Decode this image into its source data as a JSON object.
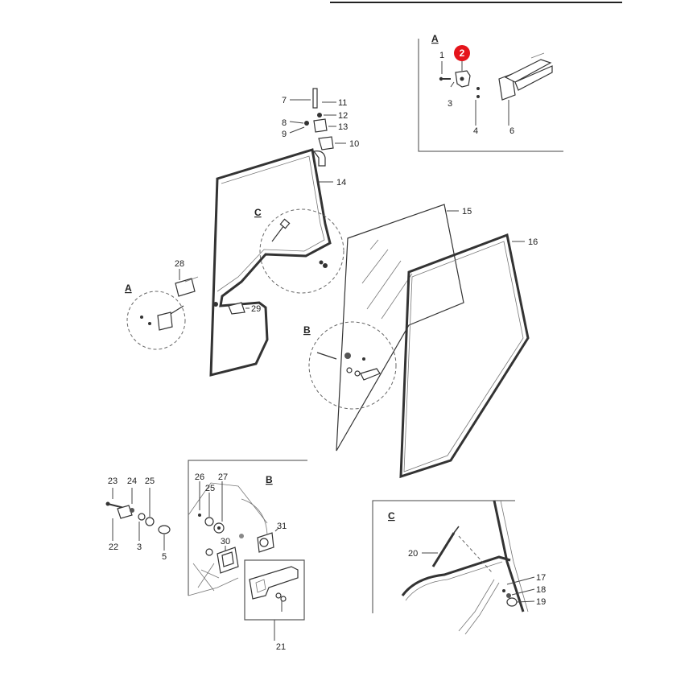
{
  "diagram": {
    "highlighted_part": "2",
    "highlight_color": "#e5141b",
    "sections": {
      "a": "A",
      "b": "B",
      "c": "C"
    },
    "callouts": {
      "p1": "1",
      "p2": "2",
      "p3": "3",
      "p4": "4",
      "p6": "6",
      "p7": "7",
      "p8": "8",
      "p9": "9",
      "p10": "10",
      "p11": "11",
      "p12": "12",
      "p13": "13",
      "p14": "14",
      "p15": "15",
      "p16": "16",
      "p17": "17",
      "p18": "18",
      "p19": "19",
      "p20": "20",
      "p21": "21",
      "p22": "22",
      "p23": "23",
      "p24": "24",
      "p25a": "25",
      "p25b": "25",
      "p26": "26",
      "p27": "27",
      "p28": "28",
      "p29": "29",
      "p30": "30",
      "p31": "31",
      "p3b": "3",
      "p5": "5"
    }
  }
}
